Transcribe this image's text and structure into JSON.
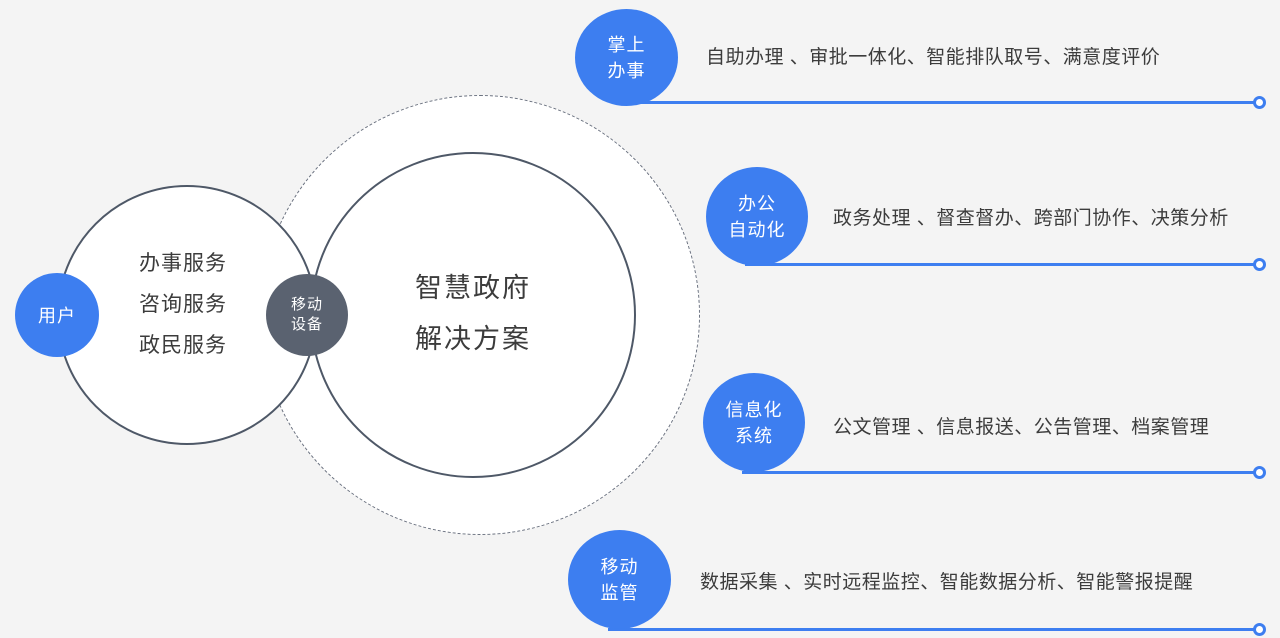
{
  "theme": {
    "background": "#f4f4f4",
    "accent_blue": "#3d7ef0",
    "node_gray": "#5a6270",
    "outline_gray": "#4e5867",
    "text_dark": "#3c3c3c"
  },
  "diagram": {
    "center": {
      "title_line1": "智慧政府",
      "title_line2": "解决方案"
    },
    "user_node": "用户",
    "device_node": {
      "line1": "移动",
      "line2": "设备"
    },
    "services": [
      "办事服务",
      "咨询服务",
      "政民服务"
    ]
  },
  "features": [
    {
      "bubble_line1": "掌上",
      "bubble_line2": "办事",
      "description": "自助办理 、审批一体化、智能排队取号、满意度评价"
    },
    {
      "bubble_line1": "办公",
      "bubble_line2": "自动化",
      "description": "政务处理 、督查督办、跨部门协作、决策分析"
    },
    {
      "bubble_line1": "信息化",
      "bubble_line2": "系统",
      "description": "公文管理 、信息报送、公告管理、档案管理"
    },
    {
      "bubble_line1": "移动",
      "bubble_line2": "监管",
      "description": "数据采集 、实时远程监控、智能数据分析、智能警报提醒"
    }
  ]
}
